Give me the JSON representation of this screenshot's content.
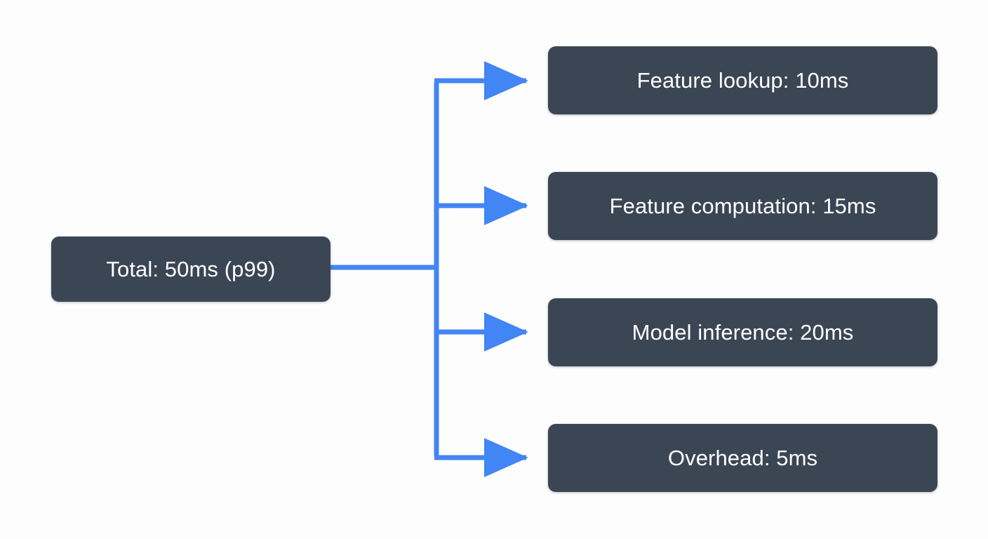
{
  "diagram": {
    "type": "tree-breakdown",
    "orientation": "left-to-right",
    "background_color": "#fdfdfd",
    "node_color": "#3b4654",
    "node_text_color": "#ffffff",
    "connector_color": "#4285f4",
    "root": {
      "id": "root",
      "label": "Total: 50ms (p99)",
      "metric_name": "Total",
      "value_ms": 50,
      "qualifier": "p99"
    },
    "children": [
      {
        "id": "feature-lookup",
        "label": "Feature lookup: 10ms",
        "metric_name": "Feature lookup",
        "value_ms": 10
      },
      {
        "id": "feature-computation",
        "label": "Feature computation: 15ms",
        "metric_name": "Feature computation",
        "value_ms": 15
      },
      {
        "id": "model-inference",
        "label": "Model inference: 20ms",
        "metric_name": "Model inference",
        "value_ms": 20
      },
      {
        "id": "overhead",
        "label": "Overhead: 5ms",
        "metric_name": "Overhead",
        "value_ms": 5
      }
    ],
    "connectors": [
      {
        "id": "root-to-trunk",
        "from": "root",
        "to": "trunk",
        "style": "orthogonal",
        "arrowhead": false
      },
      {
        "id": "trunk-to-feature-lookup",
        "from": "trunk",
        "to": "feature-lookup",
        "style": "orthogonal",
        "arrowhead": true
      },
      {
        "id": "trunk-to-feature-computation",
        "from": "trunk",
        "to": "feature-computation",
        "style": "orthogonal",
        "arrowhead": true
      },
      {
        "id": "trunk-to-model-inference",
        "from": "trunk",
        "to": "model-inference",
        "style": "orthogonal",
        "arrowhead": true
      },
      {
        "id": "trunk-to-overhead",
        "from": "trunk",
        "to": "overhead",
        "style": "orthogonal",
        "arrowhead": true
      }
    ]
  }
}
